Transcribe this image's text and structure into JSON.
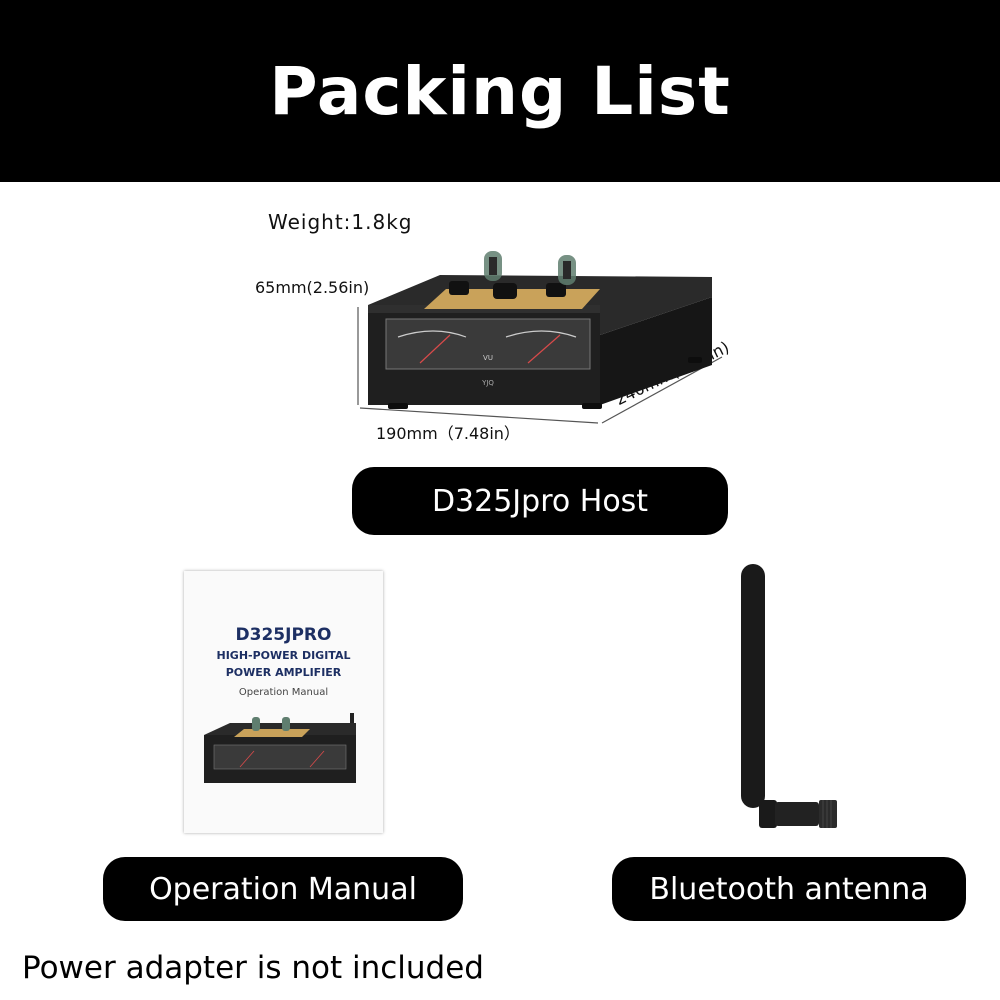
{
  "header": {
    "title": "Packing List"
  },
  "host": {
    "weight": "Weight:1.8kg",
    "height_label": "65mm(2.56in)",
    "width_label": "190mm（7.48in）",
    "depth_label": "240mm(9.45in)",
    "brand": "YJQ",
    "meter_label": "VU",
    "label": "D325Jpro  Host"
  },
  "manual": {
    "model": "D325JPRO",
    "line1": "HIGH-POWER DIGITAL",
    "line2": "POWER AMPLIFIER",
    "subtitle": "Operation Manual",
    "label": "Operation Manual"
  },
  "antenna": {
    "label": "Bluetooth antenna"
  },
  "note": "Power adapter is not included",
  "colors": {
    "header_bg": "#000000",
    "manual_title": "#1d2f63",
    "gold_plate": "#c9a25a"
  }
}
